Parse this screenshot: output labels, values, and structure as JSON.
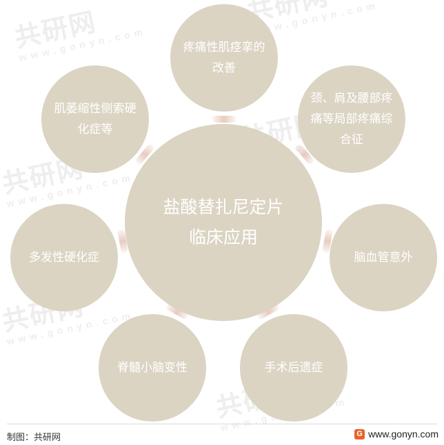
{
  "watermark": {
    "brand": "共研网",
    "url": "www.gonyn.com"
  },
  "diagram": {
    "center": "盐酸替扎尼定片临床应用",
    "nodes": {
      "top": "疼痛性肌痉挛的改善",
      "upper_right": "颈、肩及腰部疼痛等局部疼痛综合征",
      "right": "脑血管意外",
      "lower_right": "手术后遗症",
      "lower_left": "脊髓小脑变性",
      "left": "多发性硬化症",
      "upper_left": "肌萎缩性侧索硬化症等"
    }
  },
  "footer": {
    "source": "制图：共研网",
    "logo_glyph": "G",
    "site": "www.gonyn.com"
  },
  "colors": {
    "circle_fill": "#dbd4c3",
    "circle_text": "#ffffff",
    "connector": "#d6a08c",
    "logo_accent": "#e8632b"
  }
}
